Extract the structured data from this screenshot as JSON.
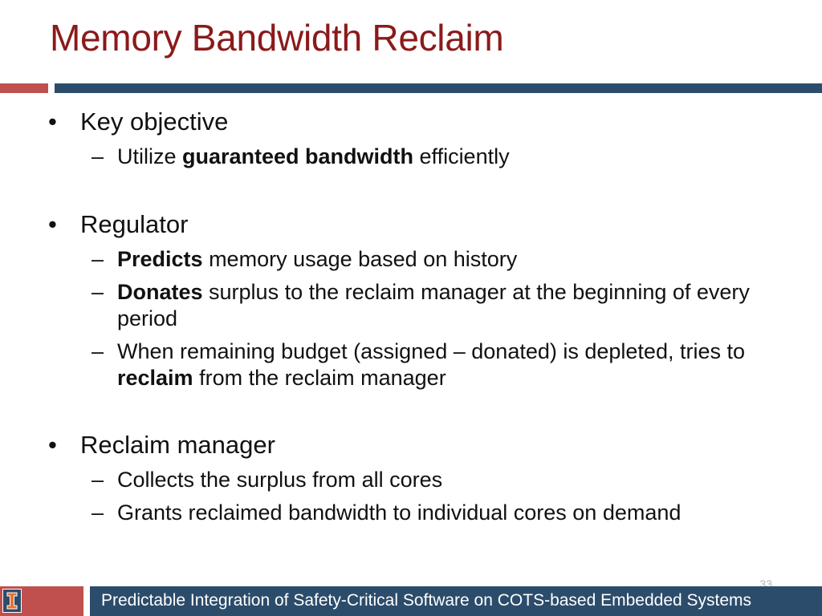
{
  "slide": {
    "title": "Memory Bandwidth Reclaim",
    "page_number": "33"
  },
  "bullets": [
    {
      "text": "Key objective",
      "subs": [
        {
          "before": "Utilize ",
          "bold": "guaranteed bandwidth",
          "after": " efficiently"
        }
      ]
    },
    {
      "text": "Regulator",
      "subs": [
        {
          "before": "",
          "bold": "Predicts",
          "after": " memory usage based on history"
        },
        {
          "before": "",
          "bold": "Donates",
          "after": " surplus to the reclaim manager at the beginning of every period"
        },
        {
          "before": "When remaining budget (assigned – donated) is depleted, tries to ",
          "bold": "reclaim",
          "after": " from the reclaim manager"
        }
      ]
    },
    {
      "text": "Reclaim manager",
      "subs": [
        {
          "before": "Collects the surplus from all cores",
          "bold": "",
          "after": ""
        },
        {
          "before": "Grants reclaimed bandwidth to individual cores on demand",
          "bold": "",
          "after": ""
        }
      ]
    }
  ],
  "symbols": {
    "bullet": "•",
    "dash": "–"
  },
  "footer": {
    "text": "Predictable Integration of Safety-Critical Software on COTS-based Embedded Systems",
    "logo_icon": "university-block-i-icon"
  },
  "colors": {
    "title": "#8b1a1a",
    "accent_red": "#c0504d",
    "accent_blue": "#2c4c6b"
  }
}
